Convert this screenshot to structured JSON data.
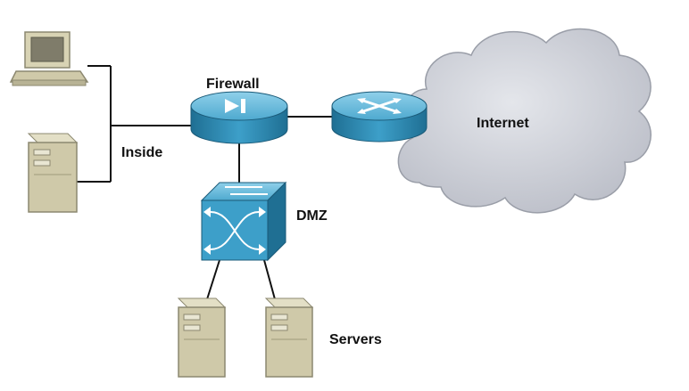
{
  "labels": {
    "firewall": "Firewall",
    "internet": "Internet",
    "inside": "Inside",
    "dmz": "DMZ",
    "servers": "Servers"
  },
  "nodes": [
    {
      "name": "workstation",
      "icon": "workstation-icon"
    },
    {
      "name": "inside-server",
      "icon": "server-tower-icon"
    },
    {
      "name": "firewall",
      "icon": "firewall-icon"
    },
    {
      "name": "router",
      "icon": "router-icon"
    },
    {
      "name": "internet-cloud",
      "icon": "cloud-icon"
    },
    {
      "name": "dmz-switch",
      "icon": "switch-icon"
    },
    {
      "name": "dmz-server-1",
      "icon": "server-tower-icon"
    },
    {
      "name": "dmz-server-2",
      "icon": "server-tower-icon"
    }
  ],
  "colors": {
    "device_blue": "#3d9fc9",
    "device_blue_dark": "#1f6f93",
    "device_blue_light": "#7cc4e2",
    "server_tan": "#cfc9a9",
    "server_tan_dark": "#9f9a7c",
    "cloud_gray": "#c9ccd4",
    "link": "#111111"
  }
}
